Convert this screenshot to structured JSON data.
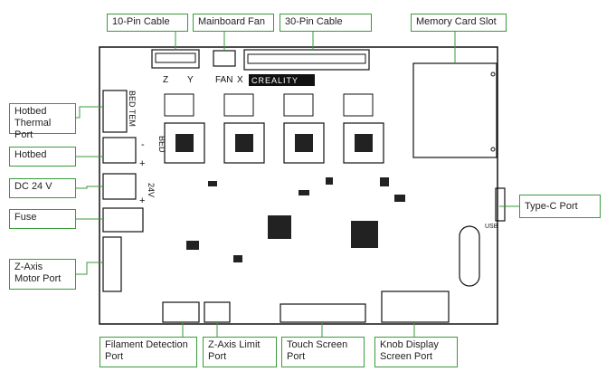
{
  "labels": {
    "pin10_cable": "10-Pin Cable",
    "mainboard_fan": "Mainboard Fan",
    "pin30_cable": "30-Pin Cable",
    "memory_card_slot": "Memory Card Slot",
    "hotbed_thermal_port": "Hotbed Thermal Port",
    "hotbed": "Hotbed",
    "dc_24v": "DC 24 V",
    "fuse": "Fuse",
    "type_c_port": "Type-C Port",
    "z_axis_motor_port": "Z-Axis Motor Port",
    "filament_detection_port": "Filament Detection Port",
    "z_axis_limit_port": "Z-Axis Limit Port",
    "touch_screen_port": "Touch Screen Port",
    "knob_display_screen_port": "Knob Display Screen Port"
  },
  "silkscreen": {
    "z": "Z",
    "y": "Y",
    "fan": "FAN",
    "x": "X",
    "brand": "CREALITY",
    "bed_tem": "BED TEM",
    "bed": "BED",
    "v24": "24V",
    "plus": "+",
    "minus": "-",
    "usb": "USB"
  }
}
